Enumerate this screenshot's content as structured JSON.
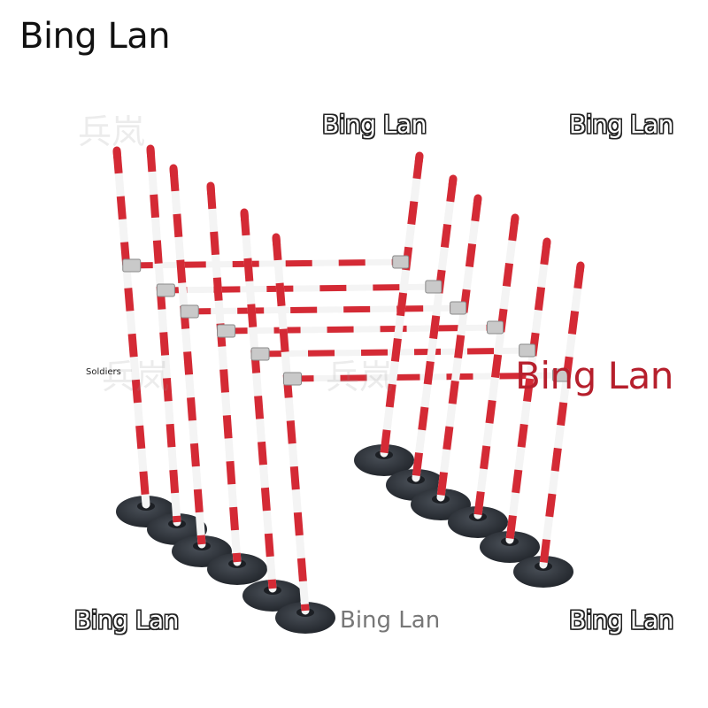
{
  "brand": {
    "title": "Bing Lan"
  },
  "watermarks": {
    "top_center": "Bing Lan",
    "top_right": "Bing Lan",
    "bottom_left": "Bing Lan",
    "bottom_right": "Bing Lan",
    "bottom_center": "Bing Lan",
    "red_center_right": "Bing Lan",
    "small_label": "Soldiers",
    "chinese_1": "兵岚",
    "chinese_2": "兵岚",
    "chinese_3": "兵岚"
  },
  "colors": {
    "pole_red": "#d42a35",
    "pole_white": "#f4f4f4",
    "base_dark": "#2f343c",
    "clamp_gray": "#c9c9c9",
    "brand_red": "#b61f2c"
  }
}
